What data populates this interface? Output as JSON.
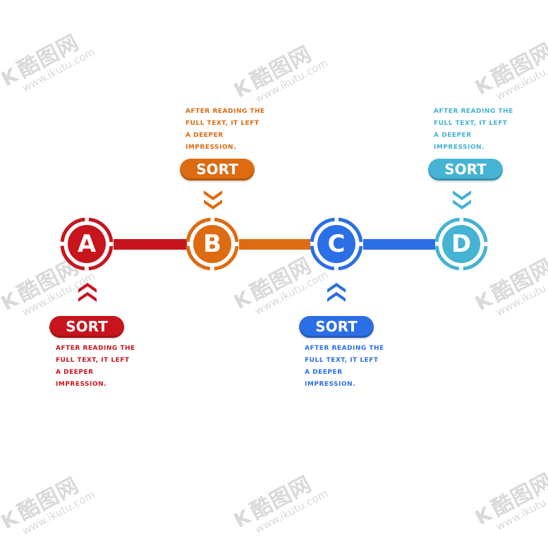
{
  "watermark": {
    "logo": "酷图网",
    "url": "www.ikutu.com"
  },
  "colors": {
    "a": "#c8141c",
    "b": "#dd6b12",
    "c": "#2b6fe6",
    "d": "#45b3d3"
  },
  "steps": [
    {
      "letter": "A",
      "label": "SORT",
      "text": [
        "AFTER READING THE",
        "FULL TEXT, IT LEFT",
        "A DEEPER",
        "IMPRESSION."
      ]
    },
    {
      "letter": "B",
      "label": "SORT",
      "text": [
        "AFTER READING THE",
        "FULL TEXT, IT LEFT",
        "A DEEPER",
        "IMPRESSION."
      ]
    },
    {
      "letter": "C",
      "label": "SORT",
      "text": [
        "AFTER READING THE",
        "FULL TEXT, IT LEFT",
        "A DEEPER",
        "IMPRESSION."
      ]
    },
    {
      "letter": "D",
      "label": "SORT",
      "text": [
        "AFTER READING THE",
        "FULL TEXT, IT LEFT",
        "A DEEPER",
        "IMPRESSION."
      ]
    }
  ]
}
